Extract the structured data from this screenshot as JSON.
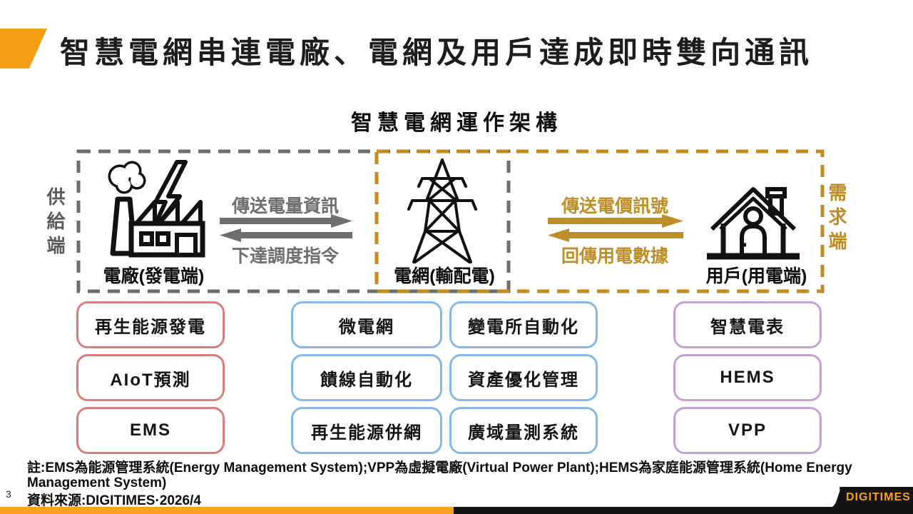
{
  "page": {
    "title": "智慧電網串連電廠、電網及用戶達成即時雙向通訊",
    "page_number": "3"
  },
  "diagram": {
    "title": "智慧電網運作架構",
    "supply_side_label": "供給端",
    "demand_side_label": "需求端",
    "plant_label": "電廠(發電端)",
    "grid_label": "電網(輸配電)",
    "user_label": "用戶(用電端)",
    "flow_power_info": "傳送電量資訊",
    "flow_dispatch_order": "下達調度指令",
    "flow_price_signal": "傳送電價訊號",
    "flow_usage_data": "回傳用電數據"
  },
  "capability_columns": {
    "plant": [
      "再生能源發電",
      "AIoT預測",
      "EMS"
    ],
    "grid_a": [
      "微電網",
      "饋線自動化",
      "再生能源併網"
    ],
    "grid_b": [
      "變電所自動化",
      "資產優化管理",
      "廣域量測系統"
    ],
    "user": [
      "智慧電表",
      "HEMS",
      "VPP"
    ]
  },
  "footer": {
    "note": "註:EMS為能源管理系統(Energy Management System);VPP為虛擬電廠(Virtual Power Plant);HEMS為家庭能源管理系統(Home Energy Management System)",
    "source": "資料來源:DIGITIMES·2026/4",
    "logo_text": "DIGITIMES"
  },
  "colors": {
    "accent_orange": "#F59D15",
    "dash_gray": "#6E6E6E",
    "dash_orange": "#C8891D",
    "arrow_gray": "#6E6E6E",
    "arrow_orange": "#BE8E28",
    "box_red_border": "#DD7C7C",
    "box_blue_border": "#85B8E8",
    "box_purple_border": "#C7A0DA",
    "footer_bar_orange": "#F6A21D",
    "footer_bar_black": "#141414",
    "logo_orange": "#F5A01E"
  }
}
